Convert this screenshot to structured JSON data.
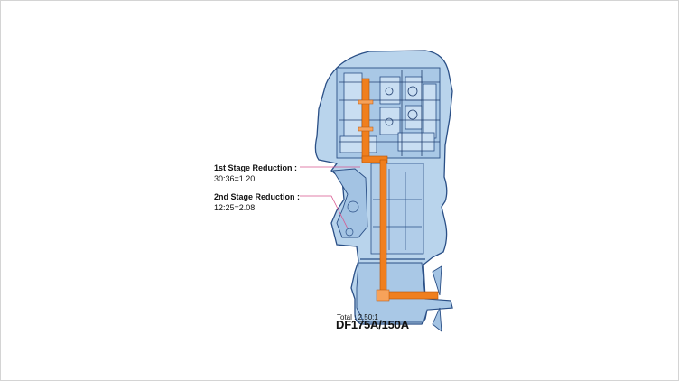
{
  "annotations": {
    "stage1": {
      "title": "1st Stage Reduction :",
      "ratio": "30:36=1.20"
    },
    "stage2": {
      "title": "2nd Stage Reduction :",
      "ratio": "12:25=2.08"
    },
    "total": "Total : 2.50:1",
    "model": "DF175A/150A"
  },
  "colors": {
    "body_fill": "#b9d4ec",
    "body_line": "#2a4f86",
    "shaft": "#f07f1e",
    "leader": "#d9568f"
  }
}
